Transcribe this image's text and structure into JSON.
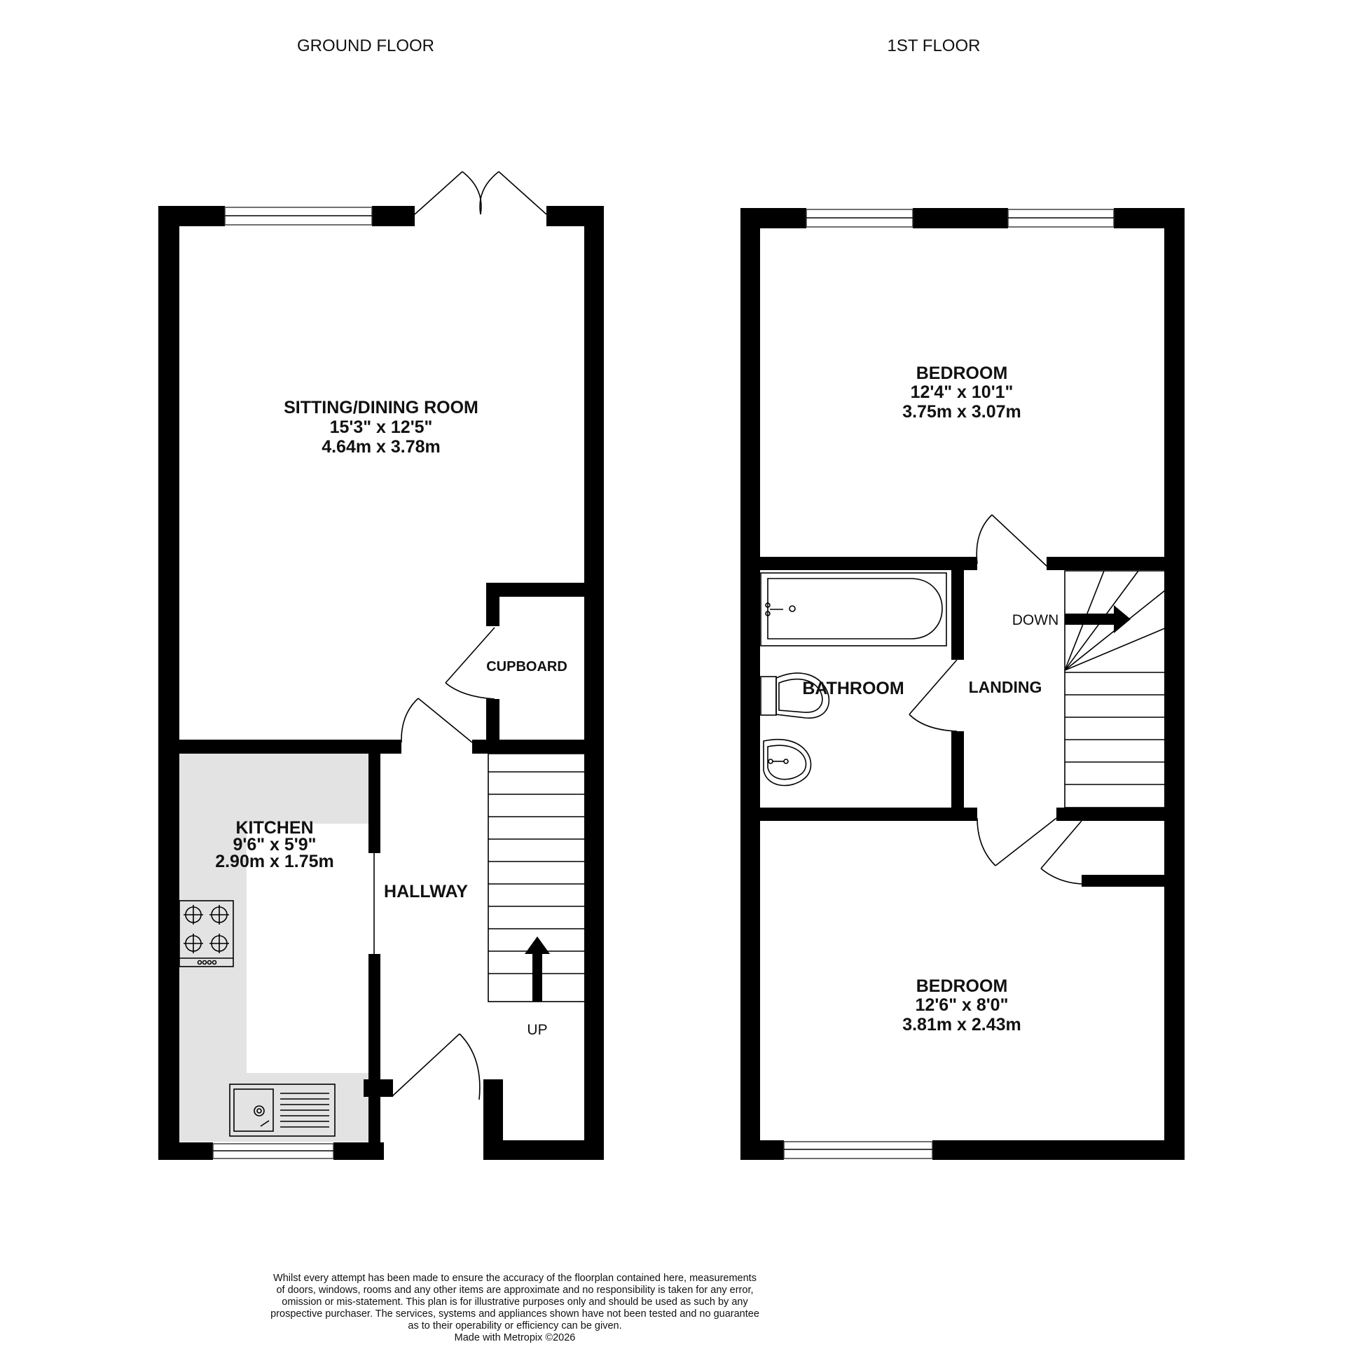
{
  "floors": {
    "ground": {
      "title": "GROUND FLOOR",
      "rooms": {
        "sitting": {
          "name": "SITTING/DINING ROOM",
          "imperial": "15'3\"  x 12'5\"",
          "metric": "4.64m  x 3.78m"
        },
        "kitchen": {
          "name": "KITCHEN",
          "imperial": "9'6\"  x 5'9\"",
          "metric": "2.90m  x 1.75m"
        },
        "hallway": {
          "name": "HALLWAY"
        },
        "cupboard": {
          "name": "CUPBOARD"
        }
      },
      "stairs_label": "UP"
    },
    "first": {
      "title": "1ST FLOOR",
      "rooms": {
        "bedroom1": {
          "name": "BEDROOM",
          "imperial": "12'4\"  x 10'1\"",
          "metric": "3.75m  x 3.07m"
        },
        "bedroom2": {
          "name": "BEDROOM",
          "imperial": "12'6\"  x 8'0\"",
          "metric": "3.81m  x 2.43m"
        },
        "bathroom": {
          "name": "BATHROOM"
        },
        "landing": {
          "name": "LANDING"
        }
      },
      "stairs_label": "DOWN"
    }
  },
  "footer": {
    "lines": [
      "Whilst every attempt has been made to ensure the accuracy of the floorplan contained here, measurements",
      "of doors, windows, rooms and any other items are approximate and no responsibility is taken for any error,",
      "omission or mis-statement. This plan is for illustrative purposes only and should be used as such by any",
      "prospective purchaser. The services, systems and appliances shown have not been tested and no guarantee",
      "as to their operability or efficiency can be given."
    ],
    "credit": "Made with Metropix ©2026"
  },
  "colors": {
    "wall": "#000000",
    "kitchen_counter": "#e3e3e3",
    "background": "#ffffff"
  }
}
